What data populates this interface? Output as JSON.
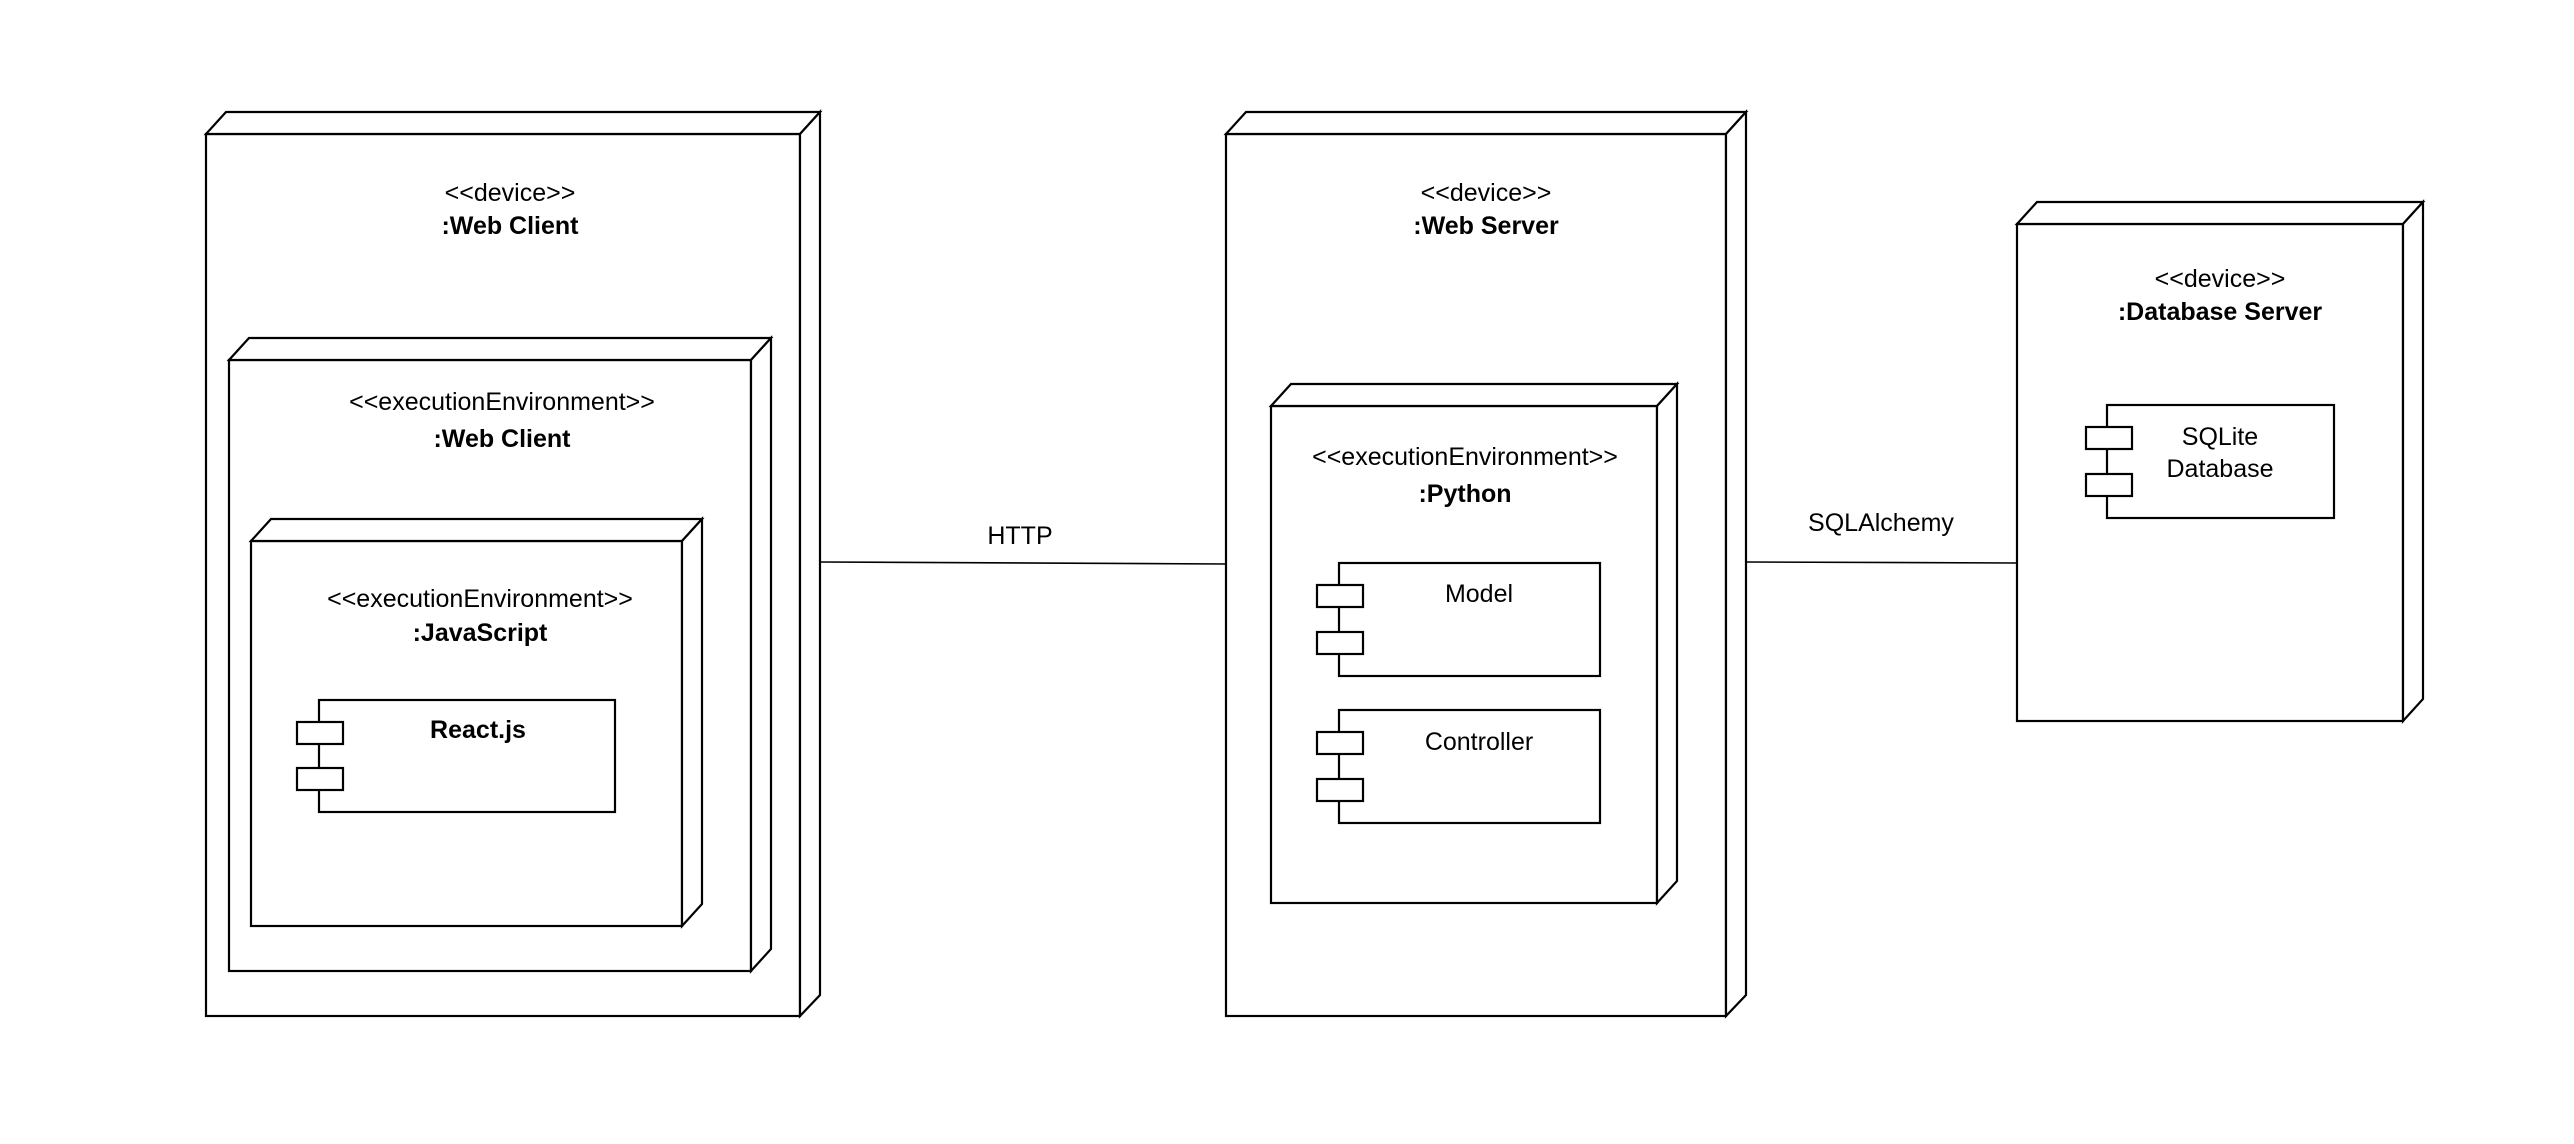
{
  "nodes": {
    "web_client_device": {
      "stereotype": "<<device>>",
      "name": ":Web Client"
    },
    "web_client_env": {
      "stereotype": "<<executionEnvironment>>",
      "name": ":Web Client"
    },
    "javascript_env": {
      "stereotype": "<<executionEnvironment>>",
      "name": ":JavaScript"
    },
    "web_server_device": {
      "stereotype": "<<device>>",
      "name": ":Web Server"
    },
    "python_env": {
      "stereotype": "<<executionEnvironment>>",
      "name": ":Python"
    },
    "database_server_device": {
      "stereotype": "<<device>>",
      "name": ":Database Server"
    }
  },
  "components": {
    "reactjs": "React.js",
    "model": "Model",
    "controller": "Controller",
    "sqlite_line1": "SQLite",
    "sqlite_line2": "Database"
  },
  "connections": {
    "client_server": "HTTP",
    "server_database": "SQLAlchemy"
  }
}
